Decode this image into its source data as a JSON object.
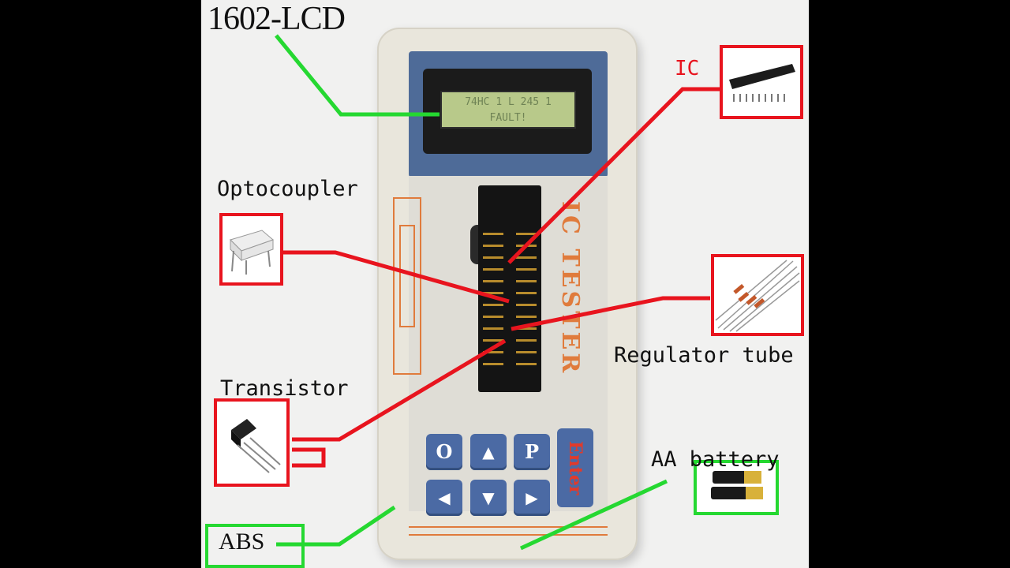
{
  "labels": {
    "lcd": "1602-LCD",
    "ic": "IC",
    "optocoupler": "Optocoupler",
    "regulator_tube": "Regulator tube",
    "transistor": "Transistor",
    "aa_battery": "AA battery",
    "abs": "ABS"
  },
  "device": {
    "lcd_line1": "74HC 1 L 245 1",
    "lcd_line2": "FAULT!",
    "brand_text": "IC TESTER",
    "keys": [
      "O",
      "▲",
      "P",
      "◀",
      "▼",
      "▶"
    ],
    "enter_key": "Enter"
  },
  "colors": {
    "callout_red": "#e8141e",
    "callout_green": "#25d831",
    "key_blue": "#4b6aa4",
    "lcd_green": "#b8c98a",
    "accent_orange": "#e07b3c"
  },
  "icons": {
    "ic_thumbnail": "dip-ic-chip-icon",
    "optocoupler_thumbnail": "optocoupler-icon",
    "regulator_thumbnail": "zener-diode-icon",
    "transistor_thumbnail": "to92-transistor-icon",
    "battery_thumbnail": "aa-battery-icon"
  }
}
